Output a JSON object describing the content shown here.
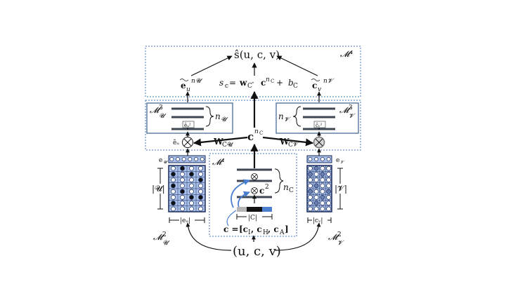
{
  "labels": {
    "m4": "𝓜⁴",
    "m3_u": "𝓜³𝓤",
    "m3_v": "𝓜³𝓥",
    "m2_u": "𝓜²𝓤",
    "m2_v": "𝓜²𝓥",
    "m1": "𝓜¹",
    "s_hat": "ŝ(u, c, v)",
    "s_c": "s꜀ = w꜀ · c^{n꜀} + b꜀",
    "s_c_left": "s",
    "s_c_mid": " = ",
    "s_c_w": "w",
    "s_c_dot": " · ",
    "s_c_c": "c",
    "s_c_plus": " + ",
    "s_c_b": "b",
    "sub_c": "c",
    "sub_C": "C",
    "e_u_out": "ẽᵤ",
    "e_u_out_base": "e",
    "sub_u": "𝓤",
    "sup_n_u": "n𝓤",
    "c_v_out_base": "c",
    "sub_v": "𝓥",
    "sup_n_v": "n𝓥",
    "c_nc_base": "c",
    "sup_nc": "n",
    "w_cu": "W",
    "w_cv": "W",
    "sub_cu": "C𝓤",
    "sub_cv": "C𝓥",
    "n_u": "n",
    "n_v": "n",
    "n_c": "n",
    "e_u_small": "e",
    "e_v_small": "e",
    "e_u_tilde_small": "ẽᵤ",
    "e_u2": "ẽᵤ²",
    "c_v2": "c̃ᵥ²",
    "c2": "c",
    "sup2": "2",
    "card_u": "|𝓤|",
    "card_v": "|𝓥|",
    "card_C": "|C|",
    "dim_eu": "|eᵤ|",
    "dim_cv": "|cᵥ|",
    "c_def_lhs": "c = ",
    "c_def_rhs": "[c",
    "c_def_sub_i": "I",
    "c_def_sep1": ", c",
    "c_def_sub_h": "H",
    "c_def_sep2": ", c",
    "c_def_sub_a": "A",
    "c_def_close": "]",
    "tuple": "(u, c, v)",
    "otimes": "⊗",
    "u": "u",
    "v": "v"
  },
  "colors": {
    "dashed_border": "#4a78b8",
    "matrix_fill": "#a8c0e8",
    "matrix_border": "#1a2a5c",
    "dot_black": "#111111",
    "dot_white": "#ffffff",
    "dot_mid": "#6b7fb0",
    "ctx_gray": "#b5b5b5",
    "ctx_black": "#111111",
    "ctx_blue": "#4a7fd0",
    "arrow_blue": "#4a7fd0"
  },
  "matrices": {
    "u_pattern": [
      [
        "w",
        "b",
        "w",
        "w"
      ],
      [
        "b",
        "w",
        "b",
        "w"
      ],
      [
        "w",
        "w",
        "w",
        "b"
      ],
      [
        "b",
        "w",
        "w",
        "w"
      ],
      [
        "w",
        "b",
        "w",
        "w"
      ],
      [
        "w",
        "w",
        "b",
        "b"
      ],
      [
        "b",
        "w",
        "w",
        "w"
      ],
      [
        "w",
        "w",
        "w",
        "w"
      ]
    ],
    "v_pattern": [
      [
        "w",
        "m",
        "w",
        "w"
      ],
      [
        "m",
        "w",
        "m",
        "w"
      ],
      [
        "w",
        "w",
        "w",
        "w"
      ],
      [
        "w",
        "m",
        "w",
        "w"
      ],
      [
        "m",
        "w",
        "w",
        "m"
      ],
      [
        "w",
        "w",
        "m",
        "w"
      ],
      [
        "w",
        "m",
        "w",
        "w"
      ],
      [
        "w",
        "w",
        "w",
        "w"
      ]
    ]
  }
}
